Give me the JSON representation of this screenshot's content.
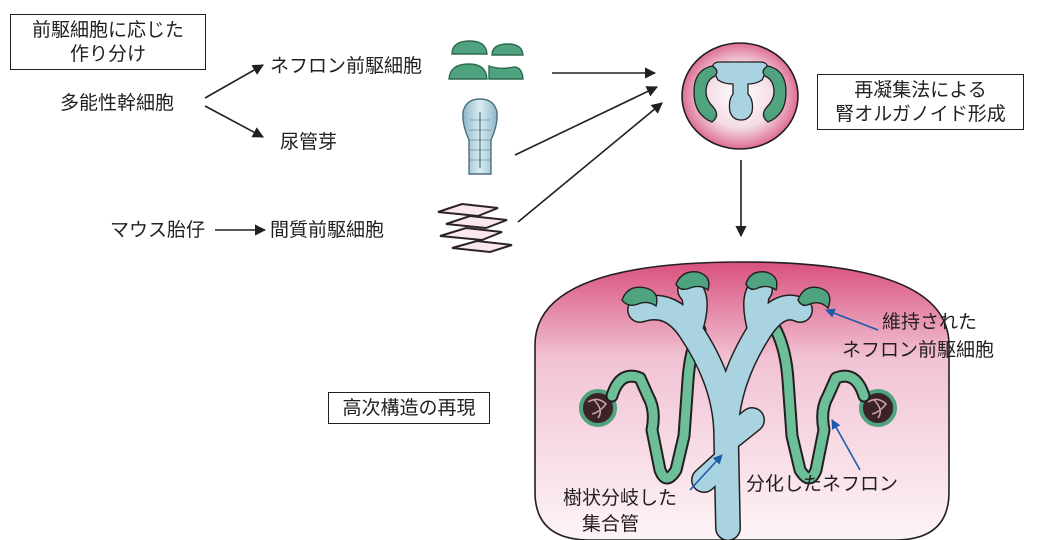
{
  "boxes": {
    "stage_specific": [
      "前駆細胞に応じた",
      "作り分け"
    ],
    "reaggregation": [
      "再凝集法による",
      "腎オルガノイド形成"
    ],
    "higher_order": "高次構造の再現"
  },
  "sources": {
    "pluripotent_stem_cells": "多能性幹細胞",
    "mouse_embryo": "マウス胎仔"
  },
  "progenitors": {
    "nephron_progenitor": "ネフロン前駆細胞",
    "ureteric_bud": "尿管芽",
    "stromal_progenitor": "間質前駆細胞"
  },
  "annotations": {
    "maintained_np": [
      "維持された",
      "ネフロン前駆細胞"
    ],
    "branched_duct": [
      "樹状分岐した",
      "集合管"
    ],
    "differentiated_nephron": "分化したネフロン"
  },
  "colors": {
    "nephron_green": "#4fa37f",
    "duct_blue": "#a9d3e0",
    "tissue_pink": "#d9517e",
    "annotation_arrow": "#1e5aa8"
  }
}
